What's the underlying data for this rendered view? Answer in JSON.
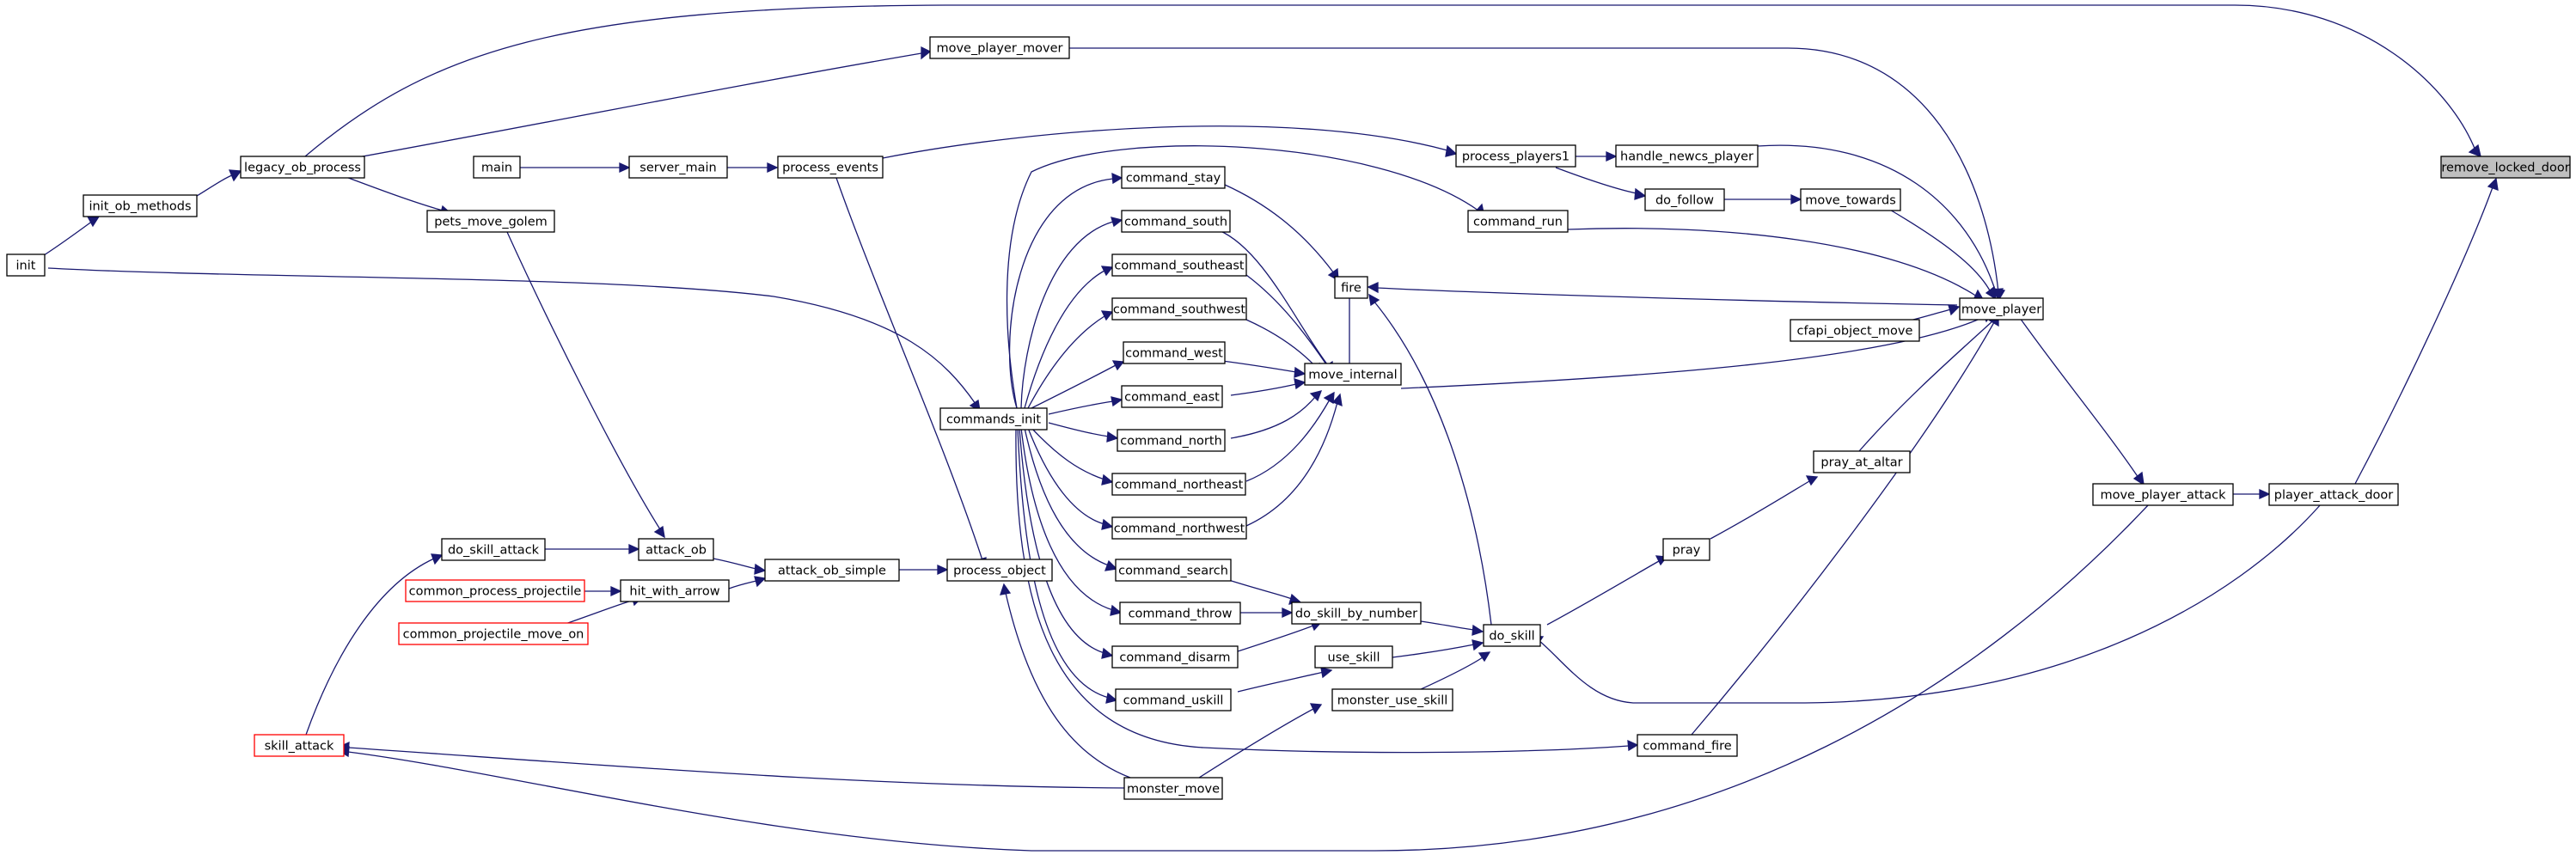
{
  "graph": {
    "focus_node": "remove_locked_door",
    "colors": {
      "edge": "#191970",
      "node_border": "#000000",
      "truncated_border": "#ff0000",
      "focus_fill": "#bfbfbf"
    },
    "nodes": [
      {
        "id": "remove_locked_door",
        "label": "remove_locked_door"
      },
      {
        "id": "move_player_mover",
        "label": "move_player_mover"
      },
      {
        "id": "legacy_ob_process",
        "label": "legacy_ob_process"
      },
      {
        "id": "init_ob_methods",
        "label": "init_ob_methods"
      },
      {
        "id": "init",
        "label": "init"
      },
      {
        "id": "main",
        "label": "main"
      },
      {
        "id": "server_main",
        "label": "server_main"
      },
      {
        "id": "process_events",
        "label": "process_events"
      },
      {
        "id": "process_players1",
        "label": "process_players1"
      },
      {
        "id": "handle_newcs_player",
        "label": "handle_newcs_player"
      },
      {
        "id": "do_follow",
        "label": "do_follow"
      },
      {
        "id": "move_towards",
        "label": "move_towards"
      },
      {
        "id": "command_run",
        "label": "command_run"
      },
      {
        "id": "command_stay",
        "label": "command_stay"
      },
      {
        "id": "command_south",
        "label": "command_south"
      },
      {
        "id": "command_southeast",
        "label": "command_southeast"
      },
      {
        "id": "command_southwest",
        "label": "command_southwest"
      },
      {
        "id": "command_west",
        "label": "command_west"
      },
      {
        "id": "command_east",
        "label": "command_east"
      },
      {
        "id": "command_north",
        "label": "command_north"
      },
      {
        "id": "command_northeast",
        "label": "command_northeast"
      },
      {
        "id": "command_northwest",
        "label": "command_northwest"
      },
      {
        "id": "fire",
        "label": "fire"
      },
      {
        "id": "move_internal",
        "label": "move_internal"
      },
      {
        "id": "move_player",
        "label": "move_player"
      },
      {
        "id": "cfapi_object_move",
        "label": "cfapi_object_move"
      },
      {
        "id": "pets_move_golem",
        "label": "pets_move_golem"
      },
      {
        "id": "commands_init",
        "label": "commands_init"
      },
      {
        "id": "pray_at_altar",
        "label": "pray_at_altar"
      },
      {
        "id": "pray",
        "label": "pray"
      },
      {
        "id": "move_player_attack",
        "label": "move_player_attack"
      },
      {
        "id": "player_attack_door",
        "label": "player_attack_door"
      },
      {
        "id": "do_skill_attack",
        "label": "do_skill_attack"
      },
      {
        "id": "attack_ob",
        "label": "attack_ob"
      },
      {
        "id": "common_process_projectile",
        "label": "common_process_projectile"
      },
      {
        "id": "hit_with_arrow",
        "label": "hit_with_arrow"
      },
      {
        "id": "attack_ob_simple",
        "label": "attack_ob_simple"
      },
      {
        "id": "process_object",
        "label": "process_object"
      },
      {
        "id": "common_projectile_move_on",
        "label": "common_projectile_move_on"
      },
      {
        "id": "command_search",
        "label": "command_search"
      },
      {
        "id": "command_throw",
        "label": "command_throw"
      },
      {
        "id": "do_skill_by_number",
        "label": "do_skill_by_number"
      },
      {
        "id": "do_skill",
        "label": "do_skill"
      },
      {
        "id": "command_disarm",
        "label": "command_disarm"
      },
      {
        "id": "use_skill",
        "label": "use_skill"
      },
      {
        "id": "command_uskill",
        "label": "command_uskill"
      },
      {
        "id": "monster_use_skill",
        "label": "monster_use_skill"
      },
      {
        "id": "skill_attack",
        "label": "skill_attack"
      },
      {
        "id": "command_fire",
        "label": "command_fire"
      },
      {
        "id": "monster_move",
        "label": "monster_move"
      }
    ]
  }
}
